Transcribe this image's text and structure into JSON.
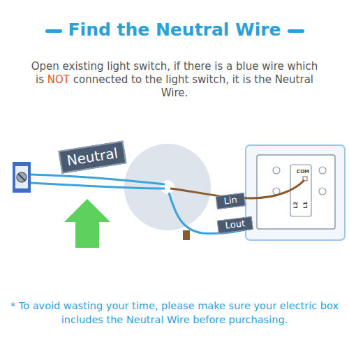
{
  "diagram": {
    "title": "Find the Neutral Wire",
    "caption": "* To avoid wasting your time, please make sure your electric box includes the Neutral Wire before purchasing.",
    "nodes": [
      {
        "text": [
          "Neutral"
        ]
      },
      {
        "text": [
          "Lin"
        ]
      },
      {
        "text": [
          "Lout"
        ]
      }
    ],
    "labels": [
      "Open existing light switch, if there is a blue wire which is",
      "NOT",
      "connected to the light switch, it is the Neutral Wire.",
      "COM",
      "L2",
      "L1"
    ]
  }
}
